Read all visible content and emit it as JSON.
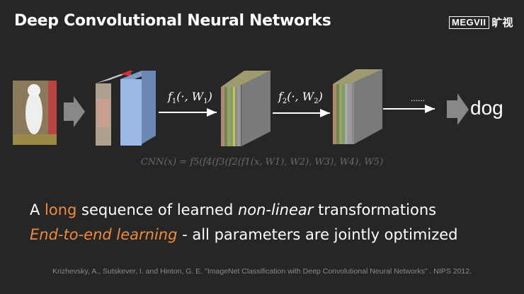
{
  "title": "Deep Convolutional Neural Networks",
  "logo": {
    "brand": "MEGVII",
    "chinese": "旷视"
  },
  "diagram": {
    "layer1_label": {
      "fn": "f",
      "sub": "1",
      "args": "(·, W",
      "wsub": "1",
      "close": ")"
    },
    "layer2_label": {
      "fn": "f",
      "sub": "2",
      "args": "(·, W",
      "wsub": "2",
      "close": ")"
    },
    "ellipsis": "......",
    "output": "dog",
    "formula": "CNN(x) = f5(f4(f3(f2(f1(x, W1), W2), W3), W4), W5)"
  },
  "lines": [
    {
      "pre": "A ",
      "highlight": "long",
      "mid": " sequence of learned ",
      "italic": "non-linear",
      "post": " transformations"
    },
    {
      "highlight": "End-to-end learning",
      "post": " - all parameters are jointly optimized"
    }
  ],
  "citation": "Krizhevsky, A., Sutskever, I. and Hinton, G. E.   \"ImageNet Classification with Deep Convolutional Neural Networks\" . NIPS 2012.",
  "colors": {
    "background": "#262626",
    "accent": "#f08a3c",
    "blue_plate": "#9bb8e6",
    "layer_gray": "#7a7a7a"
  }
}
